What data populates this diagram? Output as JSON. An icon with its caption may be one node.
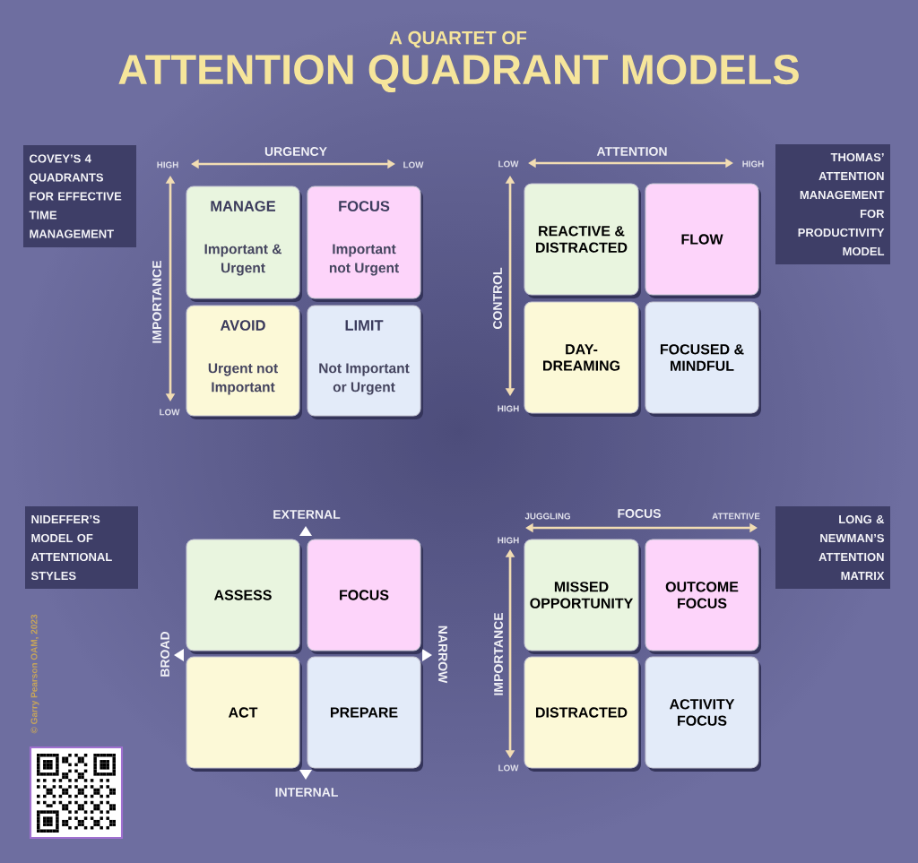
{
  "diagram": {
    "title": "ATTENTION QUADRANT MODELS",
    "nodes": [
      {
        "text": [
          "COVEY’S 4 QUADRANTS FOR EFFECTIVE TIME MANAGEMENT"
        ]
      },
      {
        "text": [
          "MANAGE",
          "Important & Urgent"
        ]
      },
      {
        "text": [
          "FOCUS",
          "Important not Urgent"
        ]
      },
      {
        "text": [
          "AVOID",
          "Urgent not Important"
        ]
      },
      {
        "text": [
          "LIMIT",
          "Not Important or Urgent"
        ]
      },
      {
        "text": [
          "THOMAS’ ATTENTION MANAGEMENT FOR PRODUCTIVITY MODEL"
        ]
      },
      {
        "text": [
          "REACTIVE & DISTRACTED"
        ]
      },
      {
        "text": [
          "FLOW"
        ]
      },
      {
        "text": [
          "DAY-DREAMING"
        ]
      },
      {
        "text": [
          "FOCUSED & MINDFUL"
        ]
      },
      {
        "text": [
          "NIDEFFER’S MODEL OF ATTENTIONAL STYLES"
        ]
      },
      {
        "text": [
          "ASSESS"
        ]
      },
      {
        "text": [
          "FOCUS"
        ]
      },
      {
        "text": [
          "ACT"
        ]
      },
      {
        "text": [
          "PREPARE"
        ]
      },
      {
        "text": [
          "LONG & NEWMAN’S ATTENTION MATRIX"
        ]
      },
      {
        "text": [
          "MISSED OPPORTUNITY"
        ]
      },
      {
        "text": [
          "OUTCOME FOCUS"
        ]
      },
      {
        "text": [
          "DISTRACTED"
        ]
      },
      {
        "text": [
          "ACTIVITY FOCUS"
        ]
      }
    ],
    "labels": [
      "A QUARTET OF",
      "HIGH",
      "URGENCY",
      "LOW",
      "IMPORTANCE",
      "LOW",
      "LOW",
      "ATTENTION",
      "HIGH",
      "CONTROL",
      "HIGH",
      "EXTERNAL",
      "BROAD",
      "NARROW",
      "INTERNAL",
      "JUGGLING",
      "FOCUS",
      "ATTENTIVE",
      "HIGH",
      "IMPORTANCE",
      "LOW",
      "© Garry Pearson OAM, 2023"
    ]
  }
}
